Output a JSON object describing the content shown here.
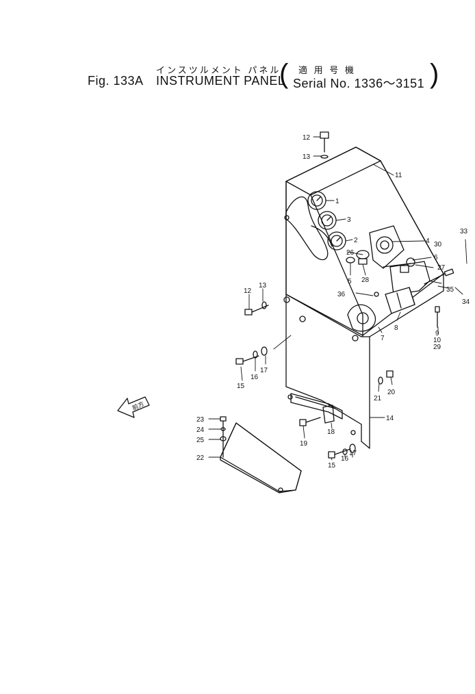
{
  "header": {
    "title_jp": "インスツルメント パネル",
    "fig_label": "Fig. 133A",
    "title_en": "INSTRUMENT PANEL",
    "serial_jp": "適 用 号 機",
    "serial_en": "Serial No. 1336～3151",
    "paren_open": "(",
    "paren_close": ")"
  },
  "diagram": {
    "front_arrow_label": "前方",
    "callouts": [
      {
        "id": "c1",
        "text": "1"
      },
      {
        "id": "c2",
        "text": "2"
      },
      {
        "id": "c3",
        "text": "3"
      },
      {
        "id": "c4",
        "text": "4"
      },
      {
        "id": "c5",
        "text": "5"
      },
      {
        "id": "c6",
        "text": "6"
      },
      {
        "id": "c7",
        "text": "7"
      },
      {
        "id": "c8",
        "text": "8"
      },
      {
        "id": "c9",
        "text": "9"
      },
      {
        "id": "c10",
        "text": "10"
      },
      {
        "id": "c11",
        "text": "11"
      },
      {
        "id": "c12a",
        "text": "12"
      },
      {
        "id": "c12b",
        "text": "12"
      },
      {
        "id": "c13a",
        "text": "13"
      },
      {
        "id": "c13b",
        "text": "13"
      },
      {
        "id": "c14",
        "text": "14"
      },
      {
        "id": "c15a",
        "text": "15"
      },
      {
        "id": "c15b",
        "text": "15"
      },
      {
        "id": "c16a",
        "text": "16"
      },
      {
        "id": "c16b",
        "text": "16"
      },
      {
        "id": "c17a",
        "text": "17"
      },
      {
        "id": "c17b",
        "text": "17"
      },
      {
        "id": "c18",
        "text": "18"
      },
      {
        "id": "c19",
        "text": "19"
      },
      {
        "id": "c20",
        "text": "20"
      },
      {
        "id": "c21",
        "text": "21"
      },
      {
        "id": "c22",
        "text": "22"
      },
      {
        "id": "c23",
        "text": "23"
      },
      {
        "id": "c24",
        "text": "24"
      },
      {
        "id": "c25",
        "text": "25"
      },
      {
        "id": "c26",
        "text": "26"
      },
      {
        "id": "c27",
        "text": "27"
      },
      {
        "id": "c28",
        "text": "28"
      },
      {
        "id": "c29",
        "text": "29"
      },
      {
        "id": "c30",
        "text": "30"
      },
      {
        "id": "c33",
        "text": "33"
      },
      {
        "id": "c34",
        "text": "34"
      },
      {
        "id": "c35",
        "text": "35"
      },
      {
        "id": "c36",
        "text": "36"
      }
    ]
  }
}
